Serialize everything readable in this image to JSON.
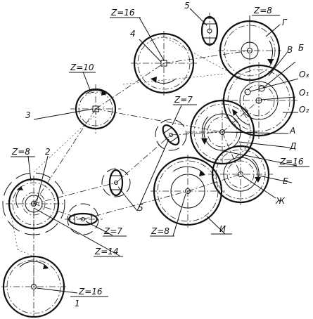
{
  "labels": {
    "z16_top": "Z=16",
    "n4": "4",
    "n5_top": "5",
    "z8_top": "Z=8",
    "G": "Г",
    "V": "В",
    "B": "Б",
    "O3": "O₃",
    "O1": "O₁",
    "O2": "O₂",
    "z10": "Z=10",
    "n3": "3",
    "z7_mid": "Z=7",
    "A": "А",
    "D": "Д",
    "z16_right": "Z=16",
    "E": "Е",
    "Zh": "Ж",
    "z8_left": "Z=8",
    "n2": "2",
    "n5_bottom": "5",
    "z7_bottom": "Z=7",
    "z8_bottom": "Z=8",
    "I": "И",
    "z14": "Z=14",
    "z16_bottom": "Z=16",
    "n1": "1"
  }
}
